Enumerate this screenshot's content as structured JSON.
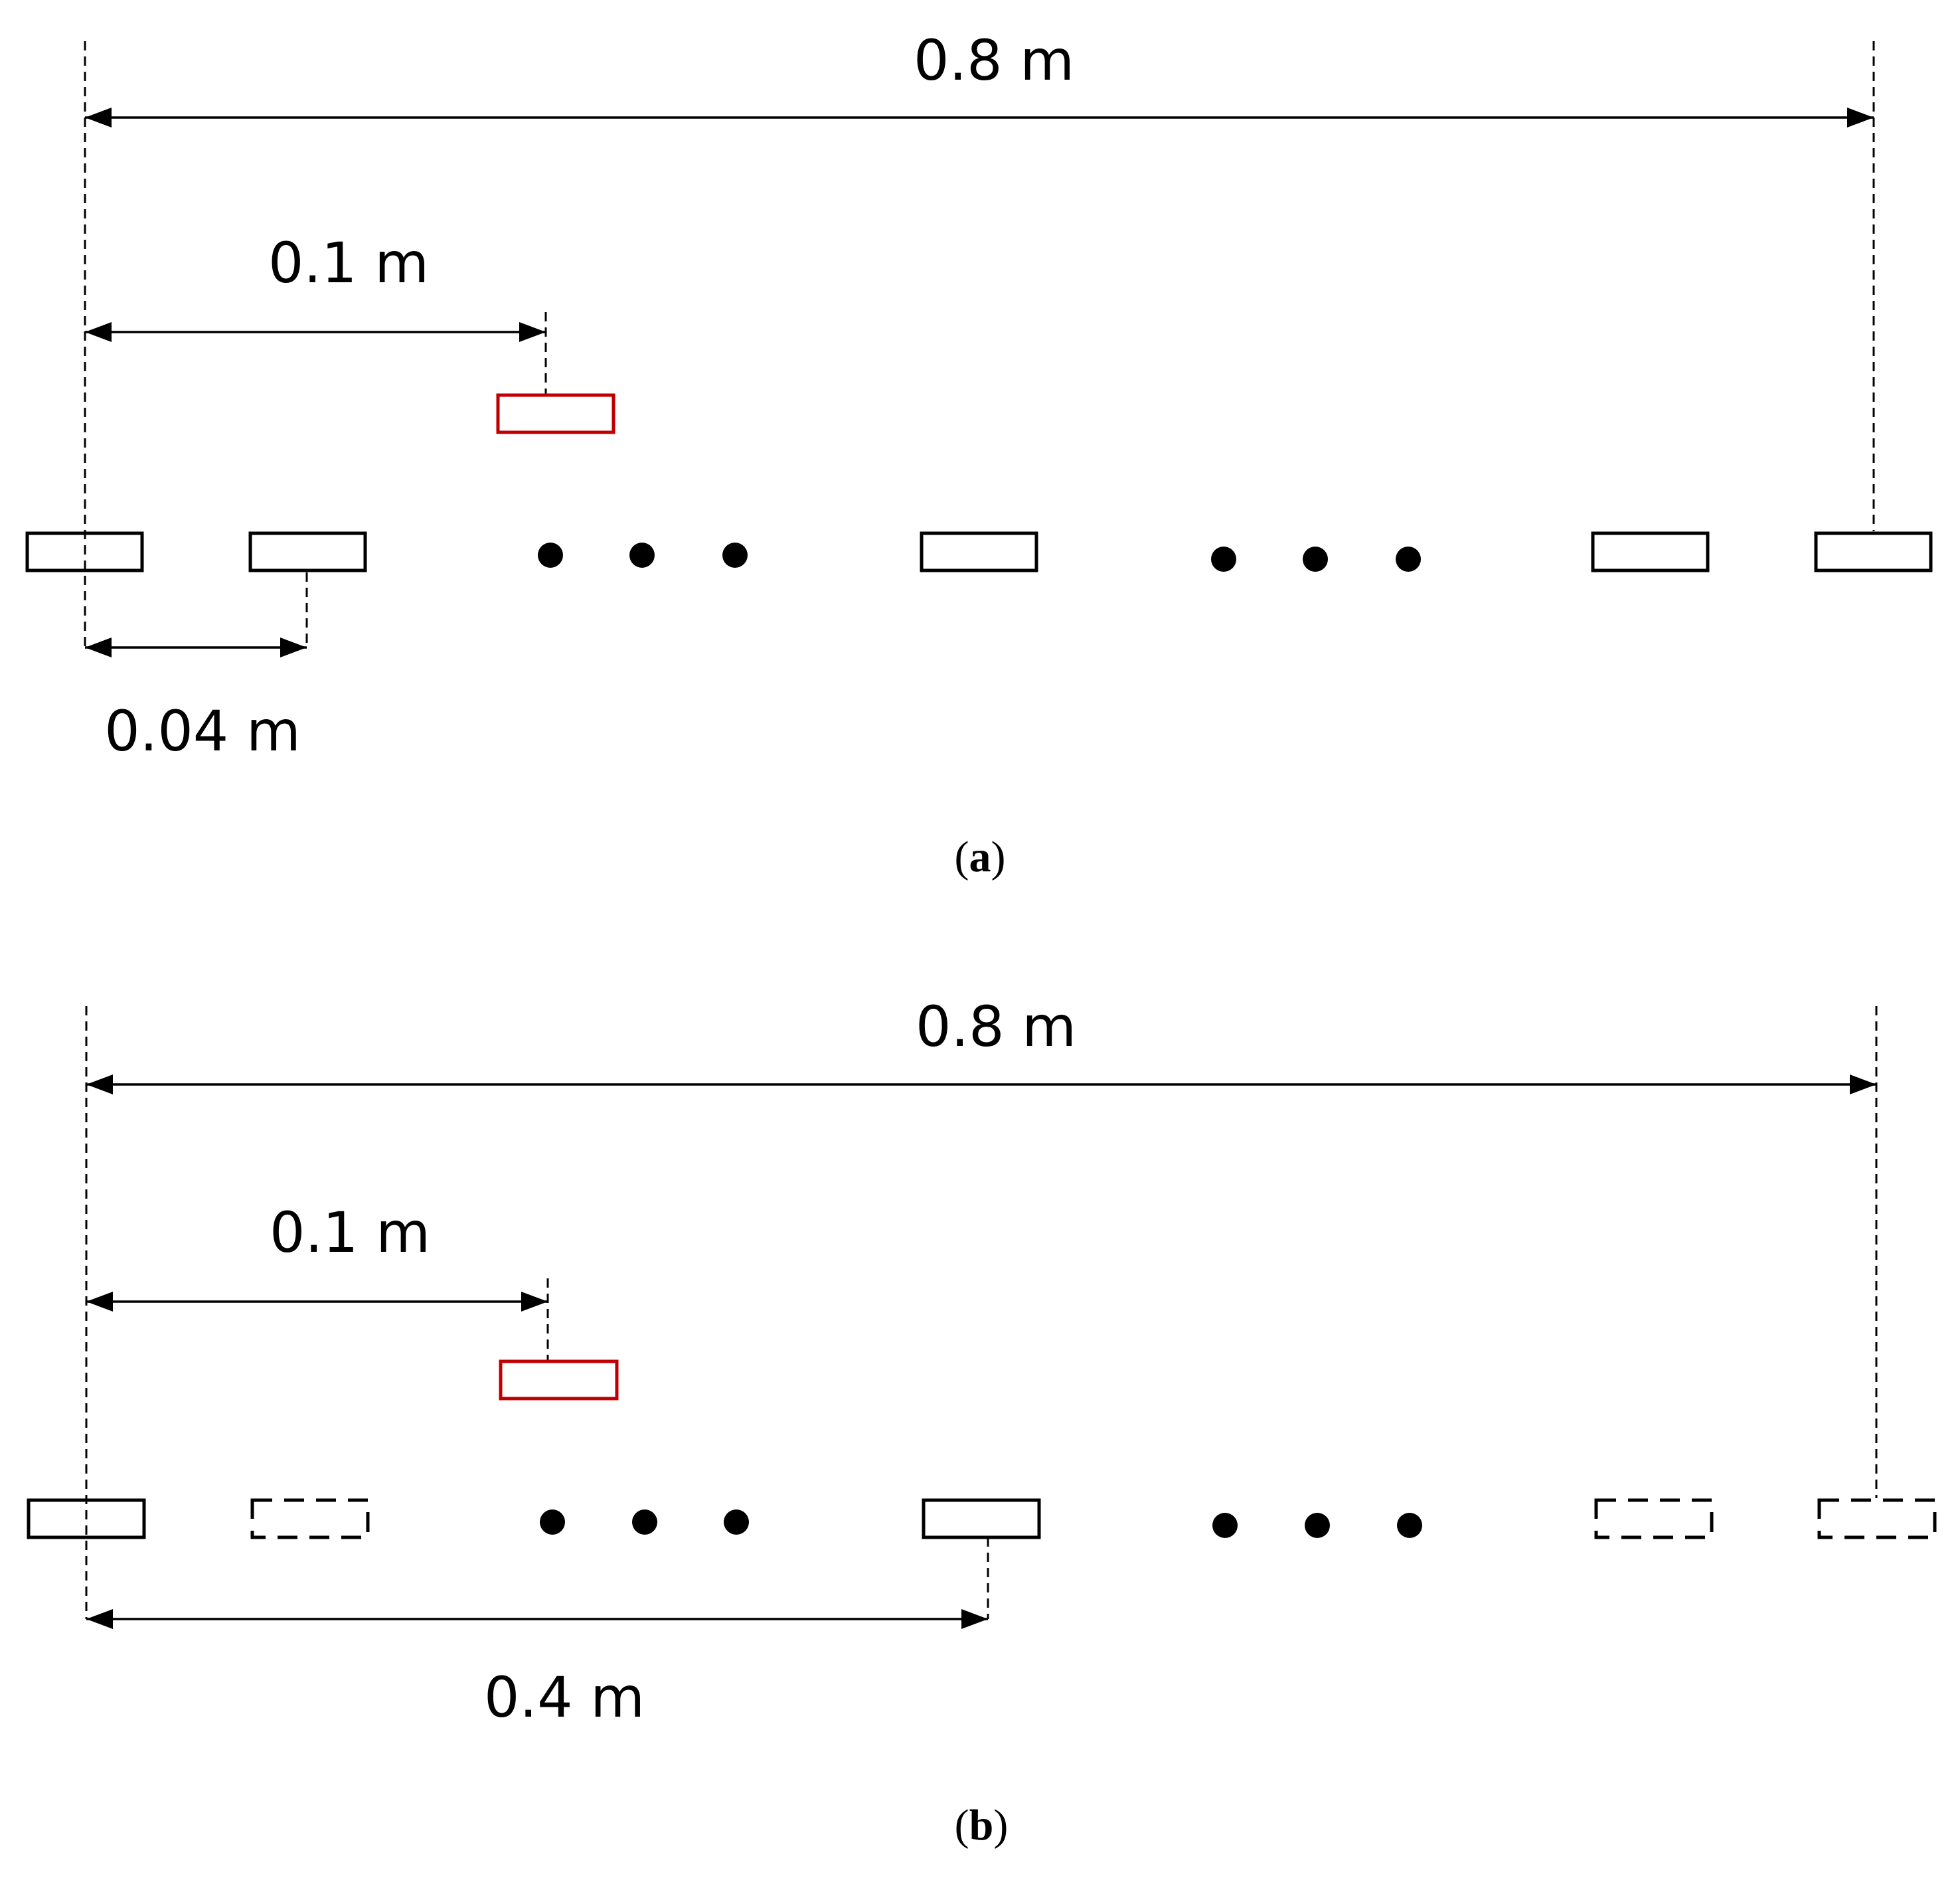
{
  "colors": {
    "stroke": "#000000",
    "highlight": "#c00000",
    "background": "#ffffff"
  },
  "panel_a": {
    "total_span": "0.8 m",
    "offset": "0.1 m",
    "spacing": "0.04 m",
    "caption": {
      "open": "(",
      "letter": "a",
      "close": ")"
    }
  },
  "panel_b": {
    "total_span": "0.8 m",
    "offset": "0.1 m",
    "spacing": "0.4 m",
    "caption": {
      "open": "(",
      "letter": "b",
      "close": ")"
    }
  }
}
